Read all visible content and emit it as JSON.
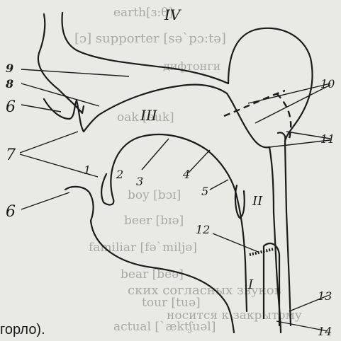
{
  "diagram": {
    "cavity_labels": {
      "I": "I",
      "II": "II",
      "III": "III",
      "IV": "IV"
    },
    "number_labels": {
      "n1": "1",
      "n2": "2",
      "n3": "3",
      "n4": "4",
      "n5": "5",
      "n6_top": "6",
      "n6_bottom": "6",
      "n7": "7",
      "n8": "8",
      "n9": "9",
      "n10": "10",
      "n11": "11",
      "n12": "12",
      "n13": "13",
      "n14": "14"
    },
    "caption": "горло)."
  },
  "background_text": {
    "line1": "earth[ɜ:θ]",
    "line2": "[ɔ]   supporter [sə`pɔ:tə]",
    "line3": "дифтонги",
    "line4": "oak [əuk]",
    "line5": "bear [beə]",
    "line6": "tour [tuə]",
    "line7": "actual [`æktʃuəl]",
    "line8": "familiar [fə`miljə]",
    "line9": "beer [bɪə]",
    "line10": "boy [bɔɪ]",
    "line11": "ских согласных звуков",
    "line12": "носится к закрытому"
  },
  "colors": {
    "ink": "#1b1b1b",
    "paper": "#e9e9e6",
    "ghost": "#a9a9a4"
  }
}
